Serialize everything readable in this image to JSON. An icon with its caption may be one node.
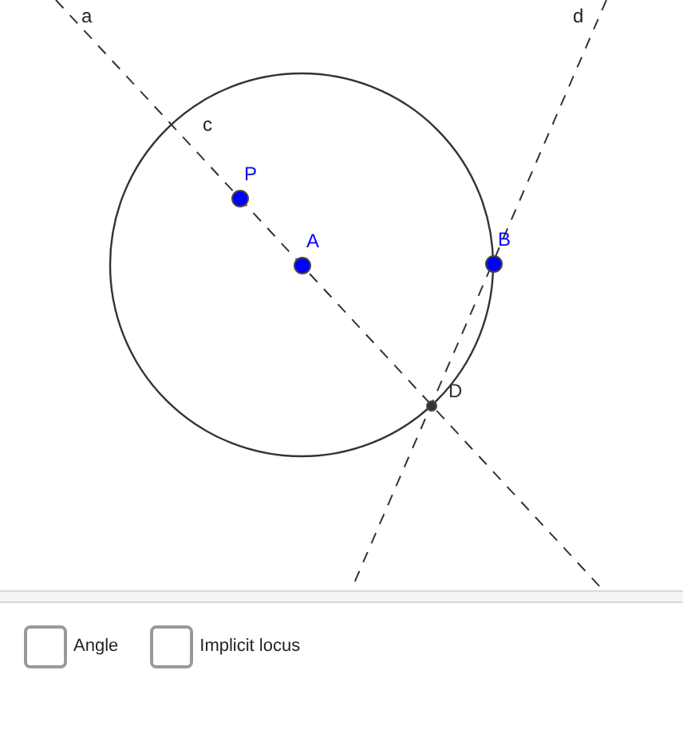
{
  "diagram": {
    "nodes": [
      {
        "text": [
          "P"
        ]
      },
      {
        "text": [
          "A"
        ]
      },
      {
        "text": [
          "B"
        ]
      },
      {
        "text": [
          "D"
        ]
      }
    ],
    "labels": [
      "a",
      "d",
      "c",
      "Angle",
      "Implicit locus"
    ]
  }
}
